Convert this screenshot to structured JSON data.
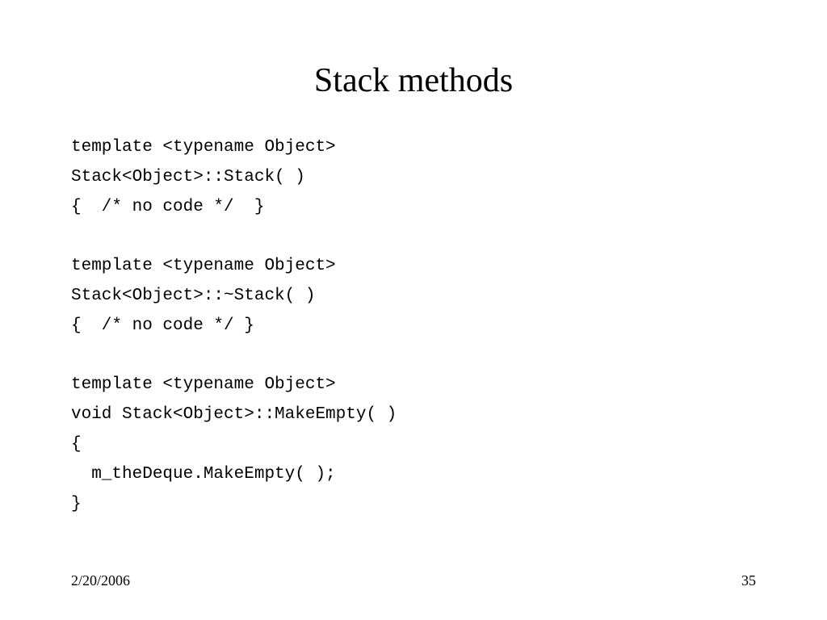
{
  "slide": {
    "title": "Stack methods",
    "code_lines": [
      "template <typename Object>",
      "Stack<Object>::Stack( )",
      "{  /* no code */  }",
      "",
      "template <typename Object>",
      "Stack<Object>::~Stack( )",
      "{  /* no code */ }",
      "",
      "template <typename Object>",
      "void Stack<Object>::MakeEmpty( )",
      "{",
      "  m_theDeque.MakeEmpty( );",
      "}"
    ]
  },
  "footer": {
    "date": "2/20/2006",
    "page_number": "35"
  }
}
